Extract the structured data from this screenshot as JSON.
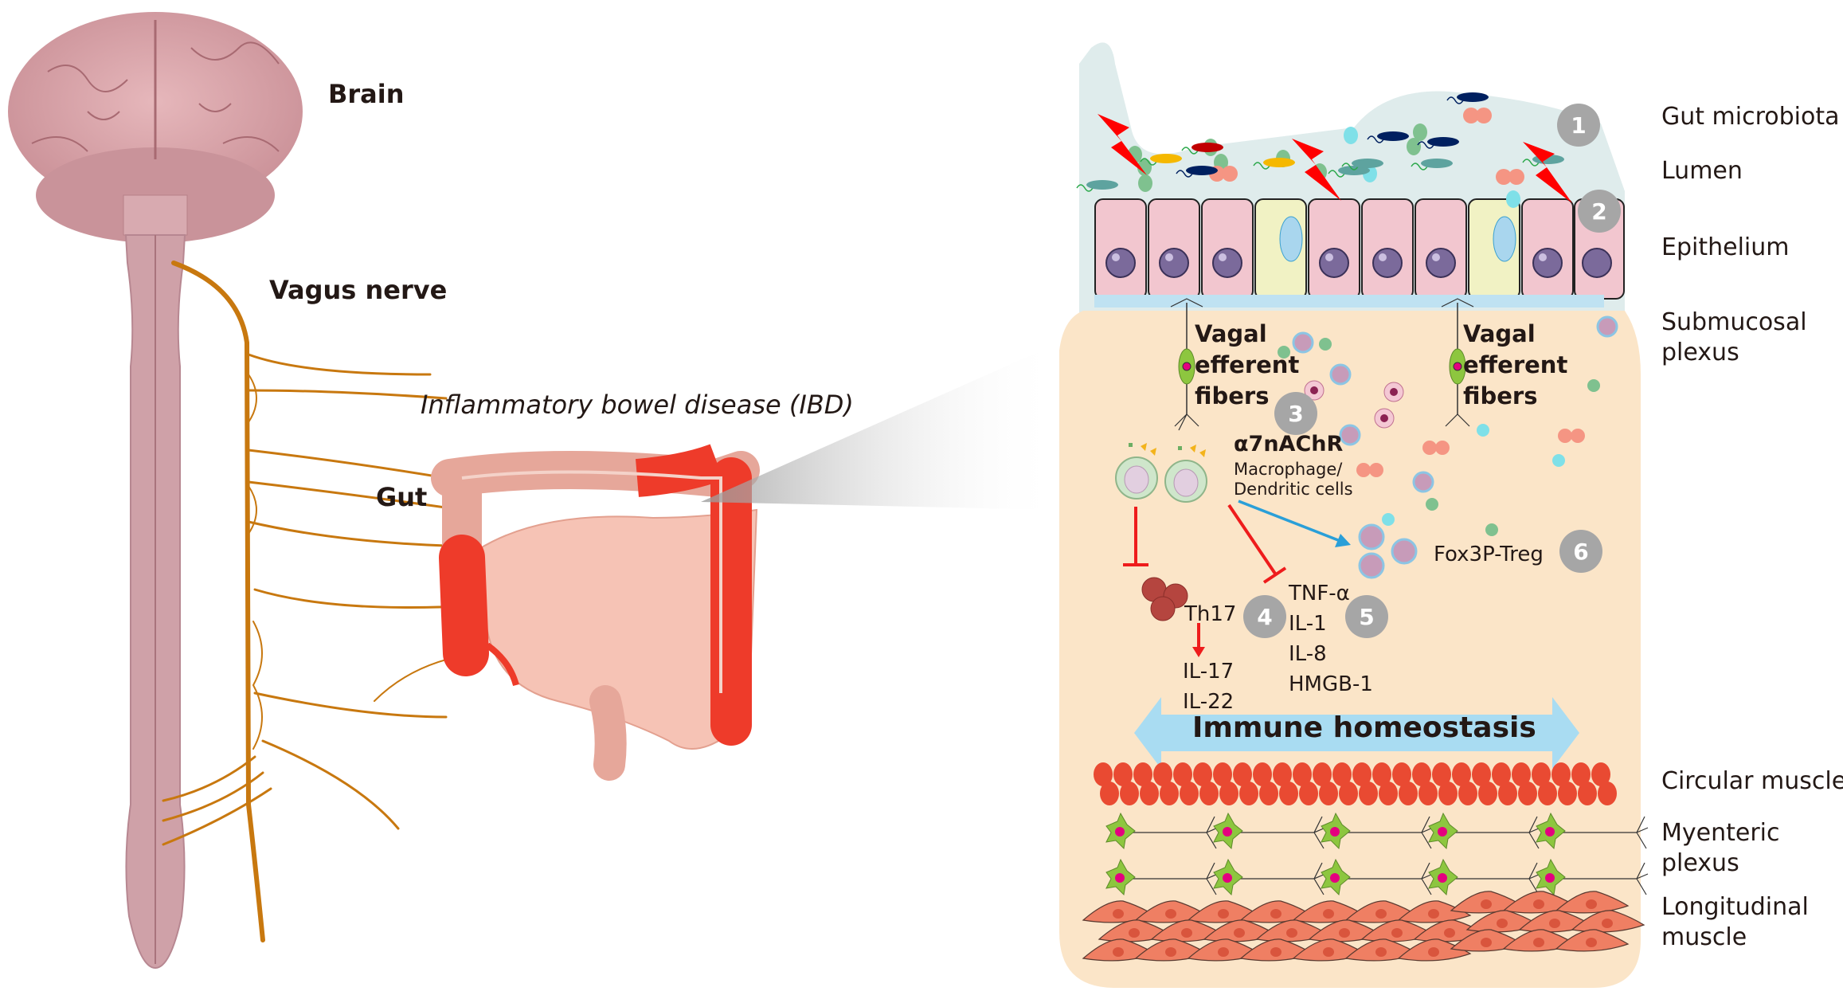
{
  "figure": {
    "left_labels": {
      "brain": "Brain",
      "vagus_nerve": "Vagus nerve",
      "gut": "Gut",
      "ibd": "Inflammatory bowel disease (IBD)"
    },
    "layer_labels": [
      {
        "id": "gut-microbiota",
        "text": "Gut microbiota"
      },
      {
        "id": "lumen",
        "text": "Lumen"
      },
      {
        "id": "epithelium",
        "text": "Epithelium"
      },
      {
        "id": "submucosal-plexus",
        "text": "Submucosal plexus"
      },
      {
        "id": "circular-muscle",
        "text": "Circular muscle"
      },
      {
        "id": "myenteric-plexus",
        "text": "Myenteric plexus"
      },
      {
        "id": "longitudinal-muscle",
        "text": "Longitudinal muscle"
      }
    ],
    "vagal_fibers_left": "Vagal efferent fibers",
    "vagal_fibers_right": "Vagal efferent fibers",
    "receptor": "α7nAChR",
    "cell_type": "Macrophage/ Dendritic cells",
    "th17": "Th17",
    "th17_cytokines": [
      "IL-17",
      "IL-22"
    ],
    "proinflammatory": [
      "TNF-α",
      "IL-1",
      "IL-8",
      "HMGB-1"
    ],
    "treg": "Fox3P-Treg",
    "homeostasis": "Immune homeostasis",
    "badges": [
      "1",
      "2",
      "3",
      "4",
      "5",
      "6"
    ],
    "colors": {
      "brain": "#d9a0a6",
      "spinal_cord": "#cfa1a8",
      "nerve": "#c8780f",
      "lumen_bg": "#dfecec",
      "tissue_bg": "#fbe5c8",
      "inflamed": "#ee3b2a",
      "colon": "#e6a79a",
      "badge": "#a6a6a6",
      "inhibit": "#ee1c1c",
      "activate": "#2a9fd8",
      "homeostasis_arrow": "#a9dcf2",
      "circular_muscle": "#e94a32",
      "longitudinal_muscle": "#ef7f63"
    }
  }
}
